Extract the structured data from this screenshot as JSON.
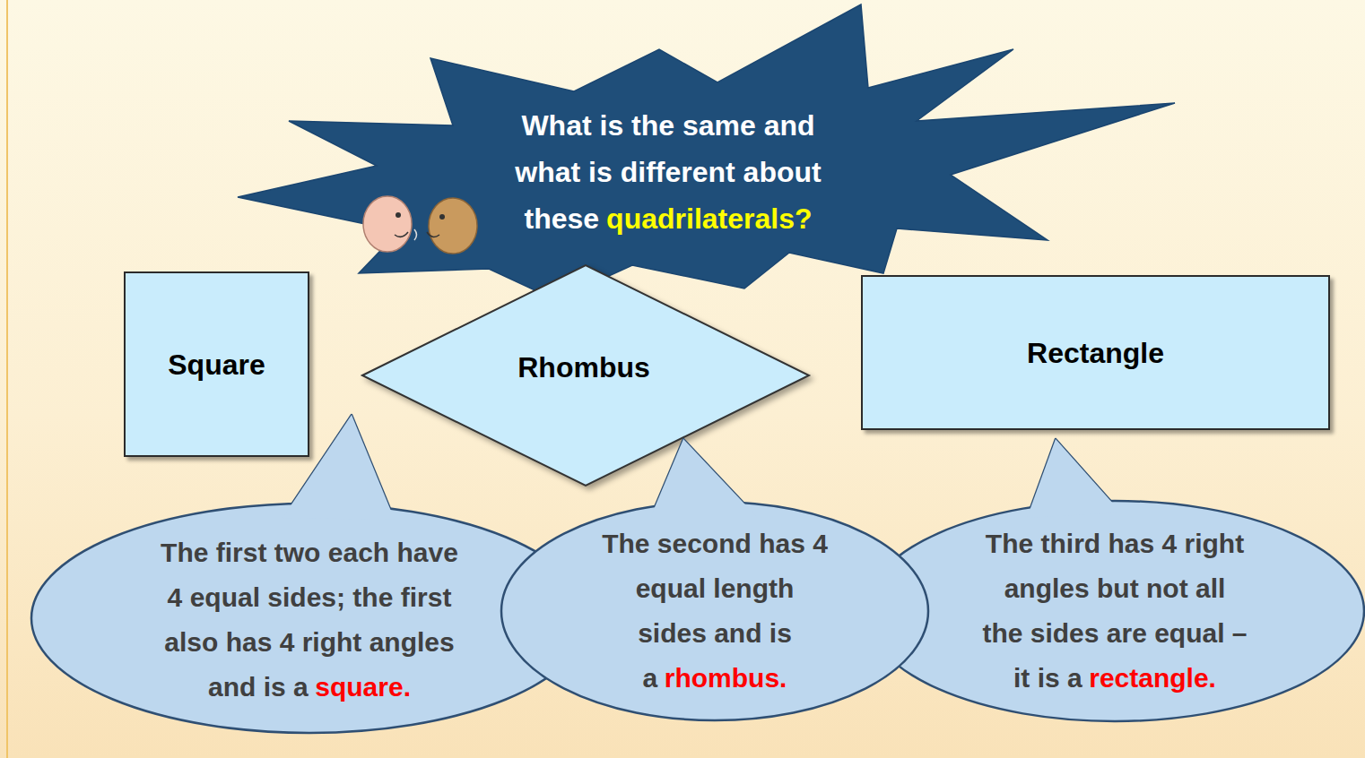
{
  "diagram": {
    "nodes": [
      {
        "text": [
          "What is the same and what is different about these",
          "quadrilaterals?"
        ]
      },
      {
        "text": [
          "Square"
        ]
      },
      {
        "text": [
          "Rhombus"
        ]
      },
      {
        "text": [
          "Rectangle"
        ]
      },
      {
        "text": [
          "The first two each have 4 equal sides; the first also has 4 right angles and is a",
          "square."
        ]
      },
      {
        "text": [
          "The second has 4 equal length sides and is a",
          "rhombus."
        ]
      },
      {
        "text": [
          "The third has 4 right angles but not all the sides are equal – it is a",
          "rectangle."
        ]
      }
    ]
  }
}
